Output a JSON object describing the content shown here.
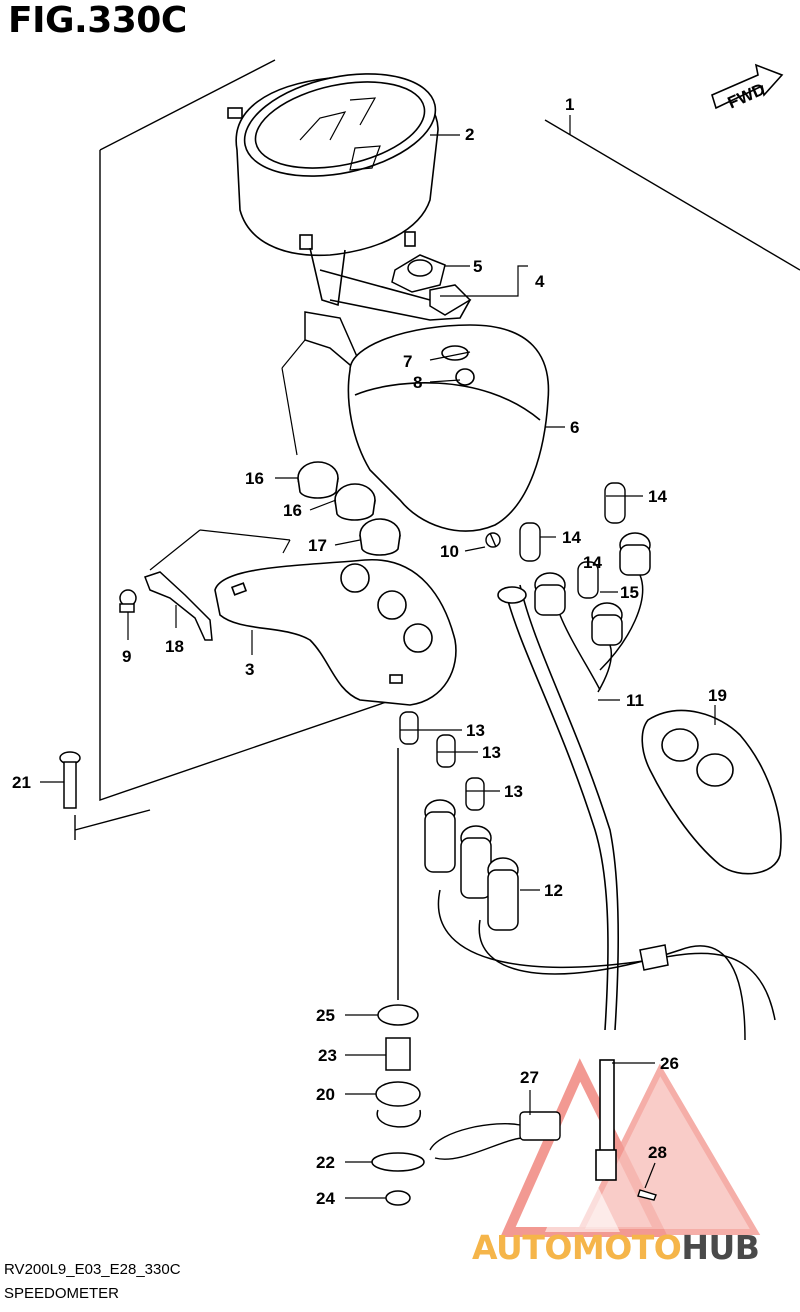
{
  "figure": {
    "title": "FIG.330C",
    "code": "RV200L9_E03_E28_330C",
    "name": "SPEEDOMETER",
    "direction_label": "FWD"
  },
  "callouts": [
    "1",
    "2",
    "3",
    "4",
    "5",
    "6",
    "7",
    "8",
    "9",
    "10",
    "11",
    "12",
    "13",
    "13",
    "13",
    "14",
    "14",
    "14",
    "15",
    "16",
    "16",
    "17",
    "18",
    "19",
    "20",
    "21",
    "22",
    "23",
    "24",
    "25",
    "26",
    "27",
    "28"
  ],
  "watermark": {
    "auto": "AUTO",
    "moto": "MOTO",
    "hub": "HUB"
  },
  "colors": {
    "line": "#000000",
    "watermark_triangle": "#e8463a",
    "watermark_orange": "#f5b54a",
    "watermark_gray": "#4a4a4a"
  }
}
